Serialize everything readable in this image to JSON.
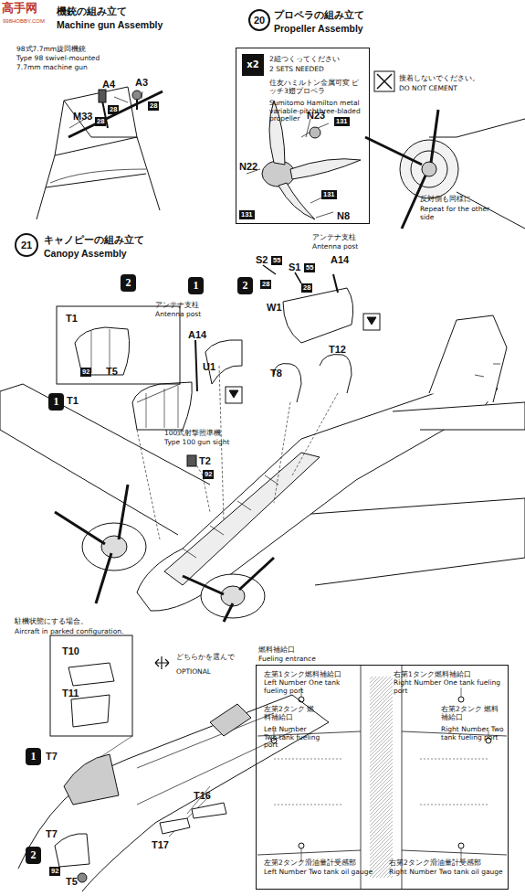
{
  "diagram": {
    "nodes": [
      {
        "text": [
          "20"
        ]
      },
      {
        "text": [
          "21"
        ]
      },
      {
        "text": [
          "2組つくってください",
          "2 SETS NEEDED",
          "住友ハミルトン金属可変 ピッチ3翅プロペラ",
          "Sumitomo Hamilton metal variable-pitchthree-bladed propeller"
        ]
      },
      {
        "text": [
          "x2"
        ],
        "in": 2
      },
      {
        "text": [
          "2"
        ]
      },
      {
        "text": [
          "1"
        ]
      },
      {
        "text": [
          "2"
        ]
      },
      {
        "text": [
          "1"
        ]
      },
      {
        "text": [
          "1"
        ]
      },
      {
        "text": [
          "2"
        ]
      },
      {
        "text": [
          "燃料補給口",
          "Fueling entrance",
          "左第1タンク燃料補給口",
          "Left Number One tank fueling port",
          "右第1タンク燃料補給口",
          "Right Number One tank fueling port",
          "左第2タンク 燃料補給口",
          "Left Number Two tank fueling port",
          "右第2タンク 燃料補給口",
          "Right Number Two tank fueling port",
          "左第2タンク滑油量計受感部",
          "Left Number Two tank oil gauge",
          "右第2タンク滑油量計受感部",
          "Right Number Two tank oil gauge"
        ]
      }
    ],
    "labels": [
      "高手网",
      "998HOBBY.COM",
      "機銃の組み立て",
      "Machine gun Assembly",
      "98式7.7mm旋回機銃",
      "Type 98 swivel-mounted",
      "7.7mm machine gun",
      "A4",
      "A3",
      "28",
      "28",
      "M33",
      "28",
      "プロペラの組み立て",
      "Propeller Assembly",
      "N23",
      "131",
      "N22",
      "131",
      "131",
      "N8",
      "接着しないでください。",
      "DO NOT CEMENT",
      "反対側も同様に",
      "Repeat for the other side",
      "キャノピーの組み立て",
      "Canopy Assembly",
      "A14",
      "アンテナ支柱",
      "Antenna post",
      "U1",
      "T1",
      "92",
      "T5",
      "T1",
      "アンテナ支柱",
      "Antenna post",
      "S2",
      "55",
      "S1",
      "55",
      "A14",
      "28",
      "28",
      "W1",
      "T12",
      "T8",
      "100式射撃照準機",
      "Type 100 gun sight",
      "T2",
      "92",
      "駐機状態にする場合。",
      "Aircraft in parked configuration.",
      "T10",
      "T11",
      "T7",
      "どちらかを選んで",
      "OPTIONAL",
      "T7",
      "92",
      "T5",
      "T16",
      "T17"
    ]
  }
}
